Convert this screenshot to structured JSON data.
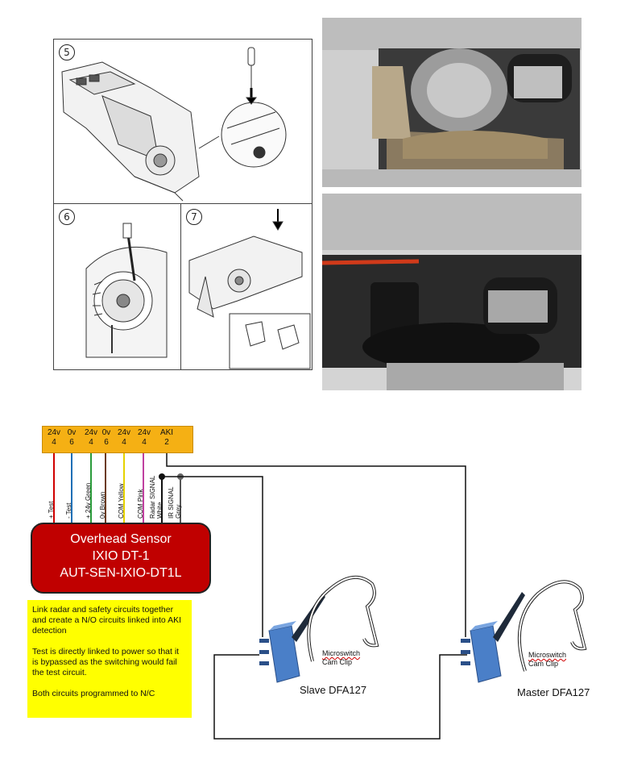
{
  "steps": {
    "step5": "5",
    "step6": "6",
    "step7": "7"
  },
  "terminal_block": {
    "columns": [
      {
        "voltage": "24v",
        "pin": "4"
      },
      {
        "voltage": "0v",
        "pin": "6"
      },
      {
        "voltage": "24v",
        "pin": "4"
      },
      {
        "voltage": "0v",
        "pin": "6"
      },
      {
        "voltage": "24v",
        "pin": "4"
      },
      {
        "voltage": "24v",
        "pin": "4"
      },
      {
        "voltage": "AKI",
        "pin": "2"
      }
    ]
  },
  "wires": [
    {
      "label": "+ Test",
      "color": "#d00000"
    },
    {
      "label": "- Test",
      "color": "#1f6fb5"
    },
    {
      "label": "+ 24v Green",
      "color": "#2a9b3a"
    },
    {
      "label": "0v Brown",
      "color": "#6b3a1c"
    },
    {
      "label": "COM Yellow",
      "color": "#e6d200"
    },
    {
      "label": "COM Pink",
      "color": "#c040a0"
    },
    {
      "label": "Radar SIGNAL",
      "color": "#111111"
    },
    {
      "label": "White",
      "color": "#111111"
    },
    {
      "label": "IR SIGNAL",
      "color": "#555555"
    },
    {
      "label": "Grey",
      "color": "#555555"
    }
  ],
  "sensor": {
    "line1": "Overhead Sensor",
    "line2": "IXIO DT-1",
    "line3": "AUT-SEN-IXIO-DT1L"
  },
  "note": {
    "p1": "Link radar and safety circuits together and create a N/O circuits linked into AKI detection",
    "p2": "Test is directly linked to power so that it is bypassed as the switching would fail the test circuit.",
    "p3": "Both circuits programmed to N/C"
  },
  "devices": {
    "slave": {
      "clip_line1": "Microswitch",
      "clip_line2": "Cam Clip",
      "label": "Slave DFA127"
    },
    "master": {
      "clip_line1": "Microswitch",
      "clip_line2": "Cam Clip",
      "label": "Master DFA127"
    }
  }
}
